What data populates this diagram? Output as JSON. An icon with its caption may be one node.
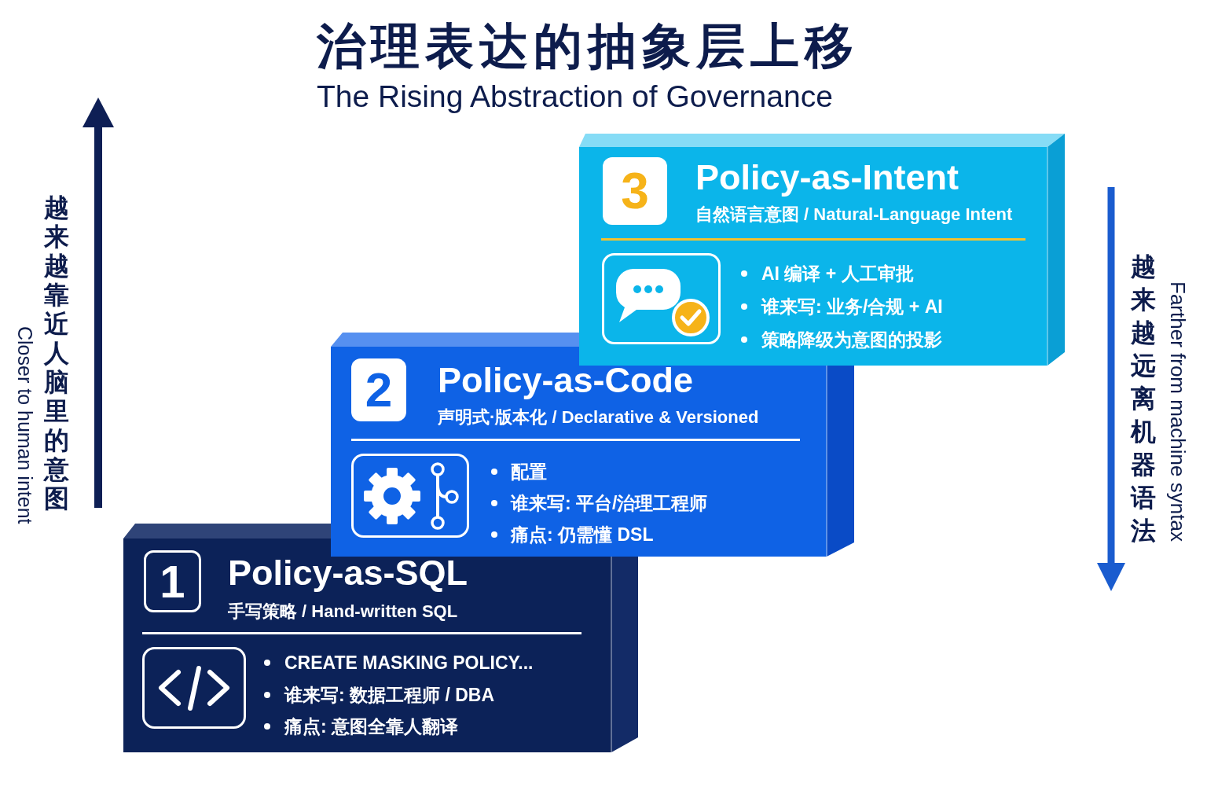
{
  "diagram": {
    "title": "治理表达的抽象层上移",
    "nodes": [
      {
        "text": [
          "Policy-as-SQL",
          "手写策略 / Hand-written SQL",
          "CREATE MASKING POLICY...",
          "谁来写: 数据工程师 / DBA",
          "痛点: 意图全靠人翻译"
        ]
      },
      {
        "text": [
          "1"
        ],
        "in": 0
      },
      {
        "text": [
          "Policy-as-Code",
          "声明式·版本化 / Declarative & Versioned",
          "配置",
          "谁来写: 平台/治理工程师",
          "痛点: 仍需懂 DSL"
        ]
      },
      {
        "text": [
          "2"
        ],
        "in": 2
      },
      {
        "text": [
          "Policy-as-Intent",
          "自然语言意图 / Natural-Language Intent",
          "AI 编译 + 人工审批",
          "谁来写: 业务/合规 + AI",
          "策略降级为意图的投影"
        ]
      },
      {
        "text": [
          "3"
        ],
        "in": 4
      }
    ],
    "labels": [
      "The Rising Abstraction of Governance",
      "越来越靠近人脑里的意图",
      "Closer to human intent",
      "越来越远离机器语法",
      "Farther from machine syntax"
    ]
  }
}
